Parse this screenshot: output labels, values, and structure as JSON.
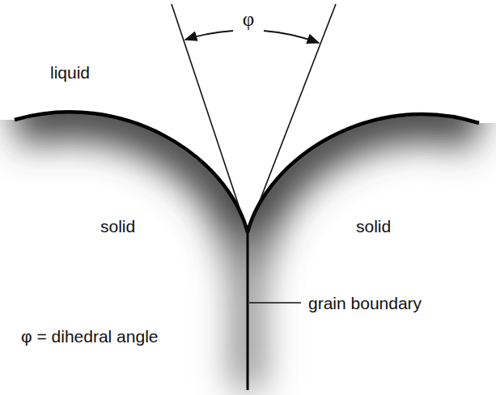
{
  "diagram": {
    "labels": [
      "φ",
      "liquid",
      "solid",
      "solid",
      "grain boundary",
      "φ = dihedral angle"
    ]
  }
}
